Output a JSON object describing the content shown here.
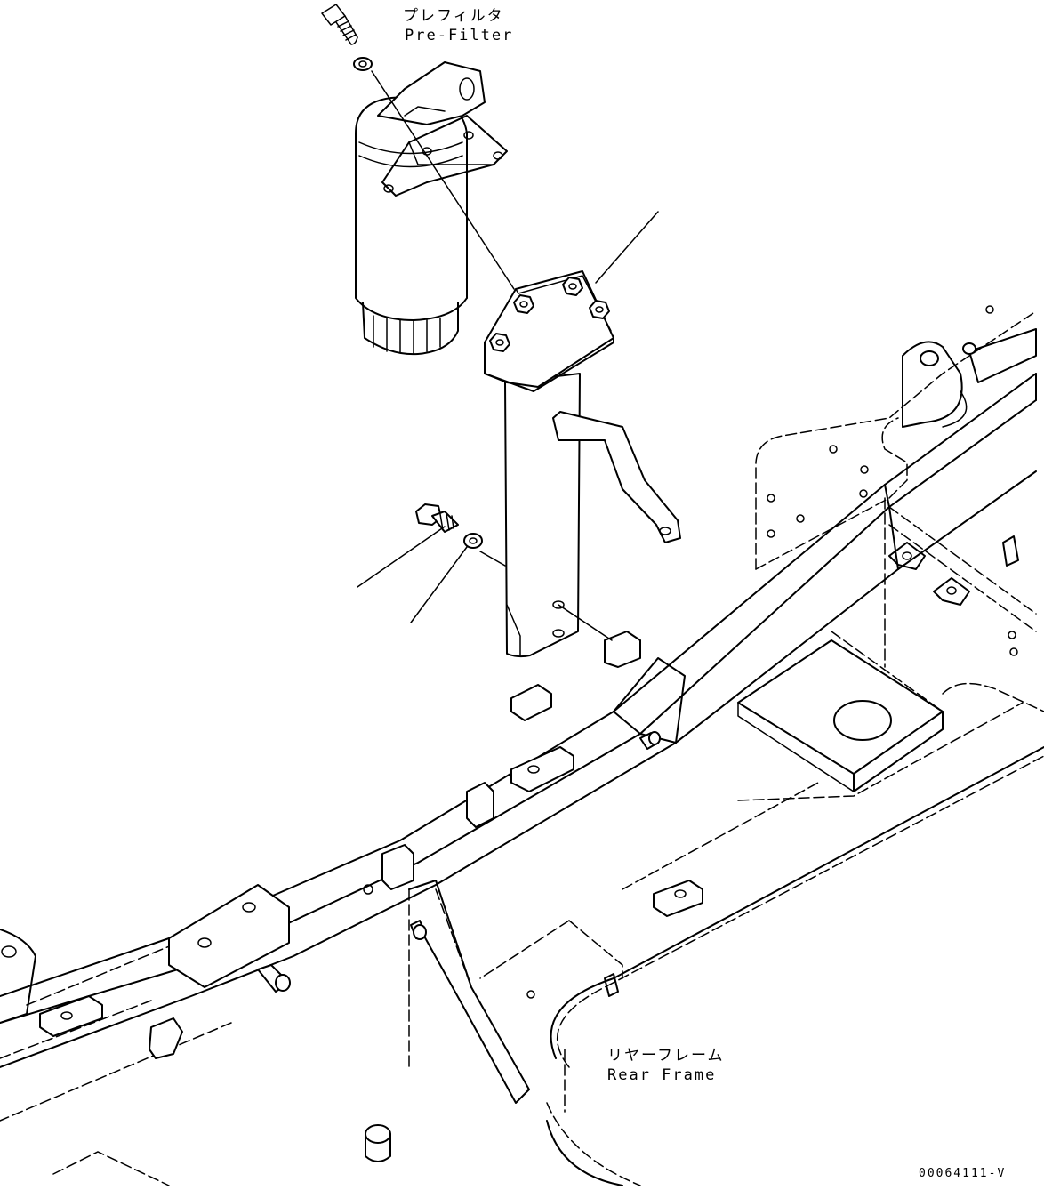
{
  "labels": {
    "pre_filter_jp": "プレフィルタ",
    "pre_filter_en": "Pre-Filter",
    "rear_frame_jp": "リヤーフレーム",
    "rear_frame_en": "Rear Frame",
    "drawing_code": "00064111-V"
  },
  "colors": {
    "line": "#000000",
    "background": "#ffffff"
  }
}
